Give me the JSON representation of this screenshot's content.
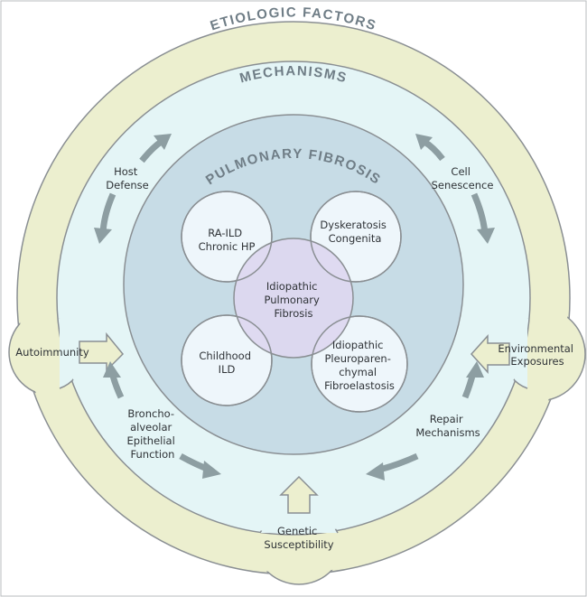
{
  "diagram": {
    "outer_ring": {
      "title": "ETIOLOGIC FACTORS",
      "color": "#ecefcf"
    },
    "middle_ring": {
      "title": "MECHANISMS",
      "color": "#e4f5f6"
    },
    "inner_ring": {
      "title": "PULMONARY FIBROSIS",
      "color": "#c7dce6"
    },
    "etiologic_factors": [
      {
        "lines": [
          "Autoimmunity"
        ]
      },
      {
        "lines": [
          "Environmental",
          "Exposures"
        ]
      },
      {
        "lines": [
          "Genetic",
          "Susceptibility"
        ]
      }
    ],
    "mechanisms": [
      {
        "lines": [
          "Host",
          "Defense"
        ]
      },
      {
        "lines": [
          "Cell",
          "Senescence"
        ]
      },
      {
        "lines": [
          "Broncho-",
          "alveolar",
          "Epithelial",
          "Function"
        ]
      },
      {
        "lines": [
          "Repair",
          "Mechanisms"
        ]
      }
    ],
    "diseases": [
      {
        "lines": [
          "RA-ILD",
          "Chronic HP"
        ]
      },
      {
        "lines": [
          "Dyskeratosis",
          "Congenita"
        ]
      },
      {
        "lines": [
          "Childhood",
          "ILD"
        ]
      },
      {
        "lines": [
          "Idiopathic",
          "Pleuroparen-",
          "chymal",
          "Fibroelastosis"
        ]
      }
    ],
    "center_disease": {
      "lines": [
        "Idiopathic",
        "Pulmonary",
        "Fibrosis"
      ]
    },
    "colors": {
      "border": "#8a8f93",
      "arrow": "#8d9ea2",
      "disease_fill": "#eef6fb",
      "center_fill": "#ddd7f0"
    }
  }
}
